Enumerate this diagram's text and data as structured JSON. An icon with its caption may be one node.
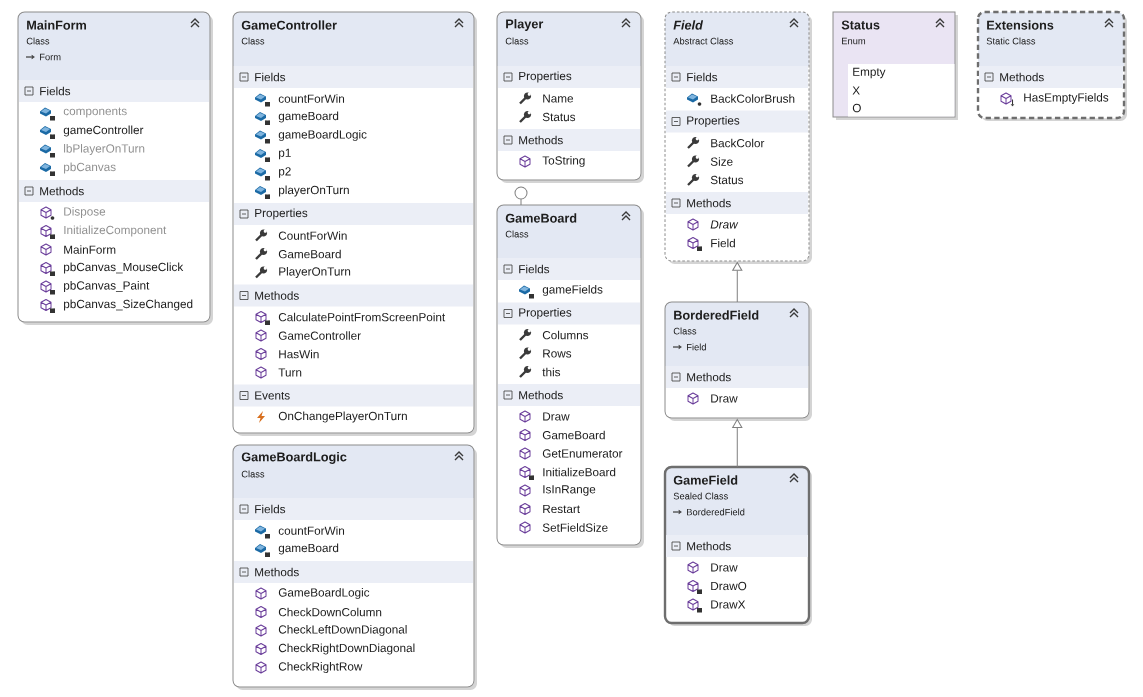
{
  "diagram": {
    "nodes": [
      {
        "text": [
          "MainForm",
          "Class",
          "Form"
        ]
      },
      {
        "text": [
          "Fields",
          "components",
          "gameController",
          "lbPlayerOnTurn",
          "pbCanvas"
        ],
        "in": 0
      },
      {
        "text": [
          "Methods",
          "Dispose",
          "InitializeComponent",
          "MainForm",
          "pbCanvas_MouseClick",
          "pbCanvas_Paint",
          "pbCanvas_SizeChanged"
        ],
        "in": 0
      },
      {
        "text": [
          "GameController",
          "Class"
        ]
      },
      {
        "text": [
          "Fields",
          "countForWin",
          "gameBoard",
          "gameBoardLogic",
          "p1",
          "p2",
          "playerOnTurn"
        ],
        "in": 3
      },
      {
        "text": [
          "Properties",
          "CountForWin",
          "GameBoard",
          "PlayerOnTurn"
        ],
        "in": 3
      },
      {
        "text": [
          "Methods",
          "CalculatePointFromScreenPoint",
          "GameController",
          "HasWin",
          "Turn"
        ],
        "in": 3
      },
      {
        "text": [
          "Events",
          "OnChangePlayerOnTurn"
        ],
        "in": 3
      },
      {
        "text": [
          "GameBoardLogic",
          "Class"
        ]
      },
      {
        "text": [
          "Fields",
          "countForWin",
          "gameBoard"
        ],
        "in": 8
      },
      {
        "text": [
          "Methods",
          "GameBoardLogic",
          "CheckDownColumn",
          "CheckLeftDownDiagonal",
          "CheckRightDownDiagonal",
          "CheckRightRow"
        ],
        "in": 8
      },
      {
        "text": [
          "Player",
          "Class"
        ]
      },
      {
        "text": [
          "Properties",
          "Name",
          "Status"
        ],
        "in": 11
      },
      {
        "text": [
          "Methods",
          "ToString"
        ],
        "in": 11
      },
      {
        "text": [
          "GameBoard",
          "Class"
        ]
      },
      {
        "text": [
          "Fields",
          "gameFields"
        ],
        "in": 14
      },
      {
        "text": [
          "Properties",
          "Columns",
          "Rows",
          "this"
        ],
        "in": 14
      },
      {
        "text": [
          "Methods",
          "Draw",
          "GameBoard",
          "GetEnumerator",
          "InitializeBoard",
          "IsInRange",
          "Restart",
          "SetFieldSize"
        ],
        "in": 14
      },
      {
        "text": [
          "Field",
          "Abstract Class"
        ]
      },
      {
        "text": [
          "Fields",
          "BackColorBrush"
        ],
        "in": 18
      },
      {
        "text": [
          "Properties",
          "BackColor",
          "Size",
          "Status"
        ],
        "in": 18
      },
      {
        "text": [
          "Methods",
          "Draw",
          "Field"
        ],
        "in": 18
      },
      {
        "text": [
          "BorderedField",
          "Class",
          "Field"
        ]
      },
      {
        "text": [
          "Methods",
          "Draw"
        ],
        "in": 22
      },
      {
        "text": [
          "GameField",
          "Sealed Class",
          "BorderedField"
        ]
      },
      {
        "text": [
          "Methods",
          "Draw",
          "DrawO",
          "DrawX"
        ],
        "in": 24
      },
      {
        "text": [
          "Status",
          "Enum"
        ]
      },
      {
        "text": [
          "Empty",
          "X",
          "O"
        ],
        "in": 26
      },
      {
        "text": [
          "Extensions",
          "Static Class"
        ]
      },
      {
        "text": [
          "Methods",
          "HasEmptyFields"
        ],
        "in": 28
      }
    ],
    "edges": [
      {
        "from": 22,
        "to": 18,
        "arrow": "to"
      },
      {
        "from": 24,
        "to": 22,
        "arrow": "to"
      }
    ]
  }
}
